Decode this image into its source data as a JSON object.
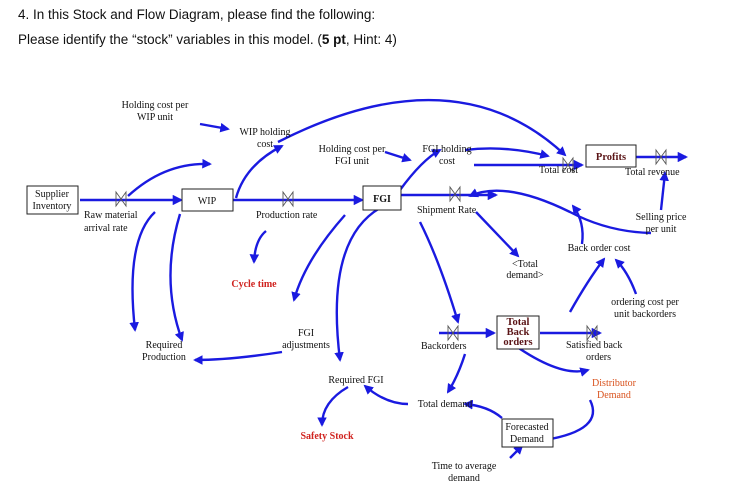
{
  "question": {
    "line1": "4. In this Stock and Flow Diagram, please find the following:",
    "line2_pre": "Please identify the “stock” variables in this model. (",
    "line2_bold": "5 pt",
    "line2_post": ", Hint: 4)"
  },
  "diagram": {
    "stocks": {
      "supplier_inventory": [
        "Supplier",
        "Inventory"
      ],
      "wip": "WIP",
      "fgi": "FGI",
      "profits": "Profits",
      "total_back_orders": [
        "Total",
        "Back",
        "orders"
      ],
      "forecasted_demand": [
        "Forecasted",
        "Demand"
      ]
    },
    "flows": {
      "raw_material_arrival_rate": [
        "Raw material",
        "arrival rate"
      ],
      "production_rate": "Production rate",
      "shipment_rate": "Shipment Rate",
      "total_cost": "Total cost",
      "total_revenue": "Total revenue",
      "backorders": "Backorders",
      "satisfied_back_orders": [
        "Satisfied back",
        "orders"
      ]
    },
    "variables": {
      "holding_cost_per_wip_unit": [
        "Holding cost per",
        "WIP unit"
      ],
      "wip_holding_cost": [
        "WIP holding",
        "cost"
      ],
      "holding_cost_per_fgi_unit": [
        "Holding cost per",
        "FGI unit"
      ],
      "fgi_holding_cost": [
        "FGI holding",
        "cost"
      ],
      "selling_price_per_unit": [
        "Selling price",
        "per unit"
      ],
      "back_order_cost": "Back order cost",
      "total_demand_shadow": [
        "<Total",
        "demand>"
      ],
      "cycle_time": "Cycle time",
      "ordering_cost_per_unit_backorders": [
        "ordering cost per",
        "unit backorders"
      ],
      "fgi_adjustments": [
        "FGI",
        "adjustments"
      ],
      "required_production": [
        "Required",
        "Production"
      ],
      "required_fgi": "Required FGI",
      "total_demand": "Total demand",
      "distributor_demand": [
        "Distributor",
        "Demand"
      ],
      "safety_stock": "Safety Stock",
      "time_to_average_demand": [
        "Time to average",
        "demand"
      ]
    }
  }
}
